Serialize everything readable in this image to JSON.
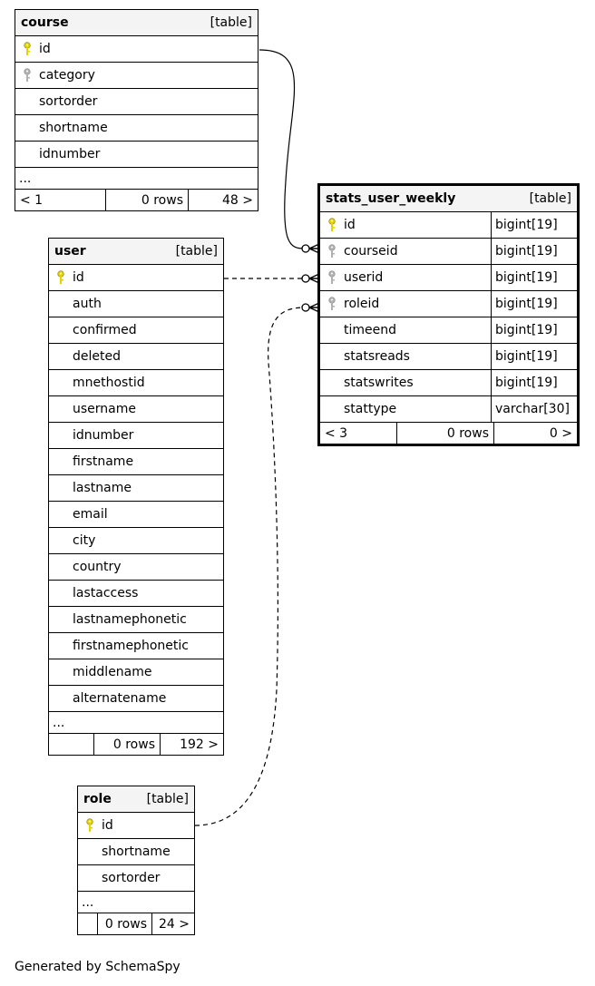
{
  "tables": {
    "course": {
      "name": "course",
      "kind": "[table]",
      "columns": [
        {
          "name": "id",
          "key": "primary"
        },
        {
          "name": "category",
          "key": "foreign"
        },
        {
          "name": "sortorder",
          "key": "none"
        },
        {
          "name": "shortname",
          "key": "none"
        },
        {
          "name": "idnumber",
          "key": "none"
        }
      ],
      "ellipsis": "...",
      "footer": {
        "parents": "< 1",
        "rows": "0 rows",
        "children": "48 >"
      }
    },
    "user": {
      "name": "user",
      "kind": "[table]",
      "columns": [
        {
          "name": "id",
          "key": "primary"
        },
        {
          "name": "auth",
          "key": "none"
        },
        {
          "name": "confirmed",
          "key": "none"
        },
        {
          "name": "deleted",
          "key": "none"
        },
        {
          "name": "mnethostid",
          "key": "none"
        },
        {
          "name": "username",
          "key": "none"
        },
        {
          "name": "idnumber",
          "key": "none"
        },
        {
          "name": "firstname",
          "key": "none"
        },
        {
          "name": "lastname",
          "key": "none"
        },
        {
          "name": "email",
          "key": "none"
        },
        {
          "name": "city",
          "key": "none"
        },
        {
          "name": "country",
          "key": "none"
        },
        {
          "name": "lastaccess",
          "key": "none"
        },
        {
          "name": "lastnamephonetic",
          "key": "none"
        },
        {
          "name": "firstnamephonetic",
          "key": "none"
        },
        {
          "name": "middlename",
          "key": "none"
        },
        {
          "name": "alternatename",
          "key": "none"
        }
      ],
      "ellipsis": "...",
      "footer": {
        "parents": "",
        "rows": "0 rows",
        "children": "192 >"
      }
    },
    "stats_user_weekly": {
      "name": "stats_user_weekly",
      "kind": "[table]",
      "columns": [
        {
          "name": "id",
          "type": "bigint[19]",
          "key": "primary"
        },
        {
          "name": "courseid",
          "type": "bigint[19]",
          "key": "foreign"
        },
        {
          "name": "userid",
          "type": "bigint[19]",
          "key": "foreign"
        },
        {
          "name": "roleid",
          "type": "bigint[19]",
          "key": "foreign"
        },
        {
          "name": "timeend",
          "type": "bigint[19]",
          "key": "none"
        },
        {
          "name": "statsreads",
          "type": "bigint[19]",
          "key": "none"
        },
        {
          "name": "statswrites",
          "type": "bigint[19]",
          "key": "none"
        },
        {
          "name": "stattype",
          "type": "varchar[30]",
          "key": "none"
        }
      ],
      "footer": {
        "parents": "< 3",
        "rows": "0 rows",
        "children": "0 >"
      }
    },
    "role": {
      "name": "role",
      "kind": "[table]",
      "columns": [
        {
          "name": "id",
          "key": "primary"
        },
        {
          "name": "shortname",
          "key": "none"
        },
        {
          "name": "sortorder",
          "key": "none"
        }
      ],
      "ellipsis": "...",
      "footer": {
        "parents": "",
        "rows": "0 rows",
        "children": "24 >"
      }
    }
  },
  "colors": {
    "primary_key": "#e6d200",
    "foreign_key": "#b0b0b0"
  },
  "relationships": [
    {
      "from": "course.id",
      "to": "stats_user_weekly.courseid",
      "style": "solid"
    },
    {
      "from": "user.id",
      "to": "stats_user_weekly.userid",
      "style": "dashed"
    },
    {
      "from": "role.id",
      "to": "stats_user_weekly.roleid",
      "style": "dashed"
    }
  ],
  "footer_text": "Generated by SchemaSpy"
}
